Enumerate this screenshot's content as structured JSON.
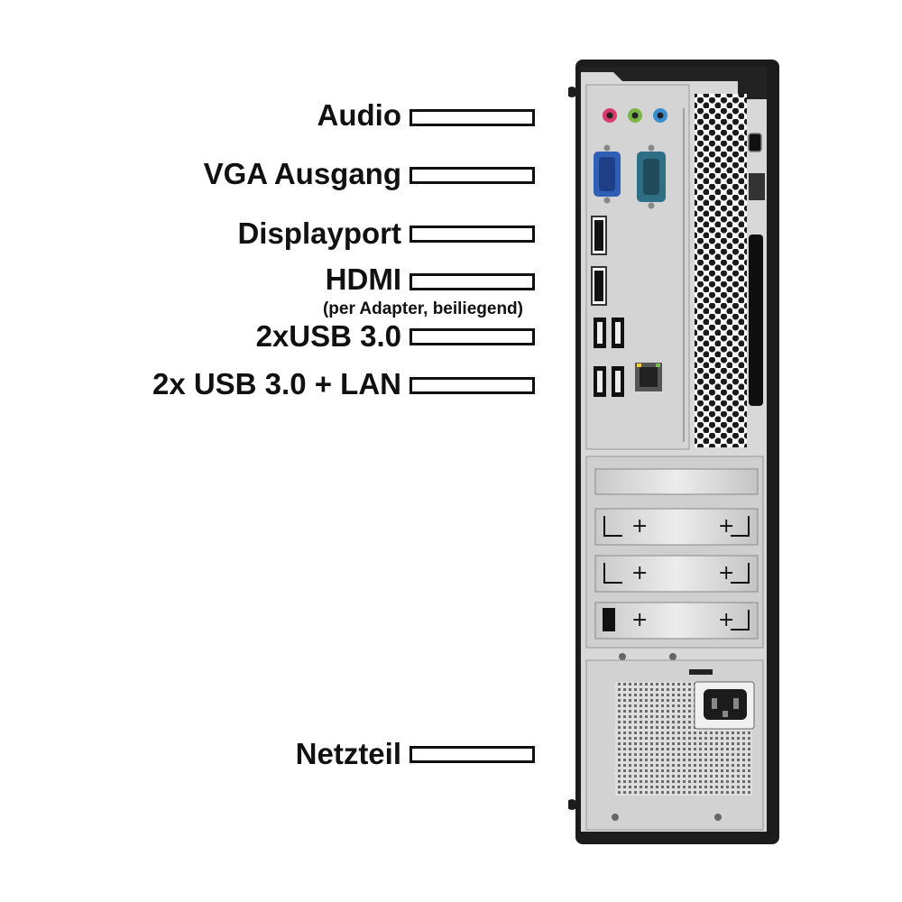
{
  "labels": {
    "audio": "Audio",
    "vga": "VGA Ausgang",
    "displayport": "Displayport",
    "hdmi": "HDMI",
    "hdmi_note": "(per Adapter, beiliegend)",
    "usb_pair": "2xUSB 3.0",
    "usb_lan": "2x USB 3.0 + LAN",
    "psu": "Netzteil"
  },
  "colors": {
    "audio_pink": "#d93a6a",
    "audio_green": "#7ab648",
    "audio_blue": "#3a8fd0",
    "vga_blue": "#2f5fb5",
    "serial_teal": "#2f6f86"
  }
}
